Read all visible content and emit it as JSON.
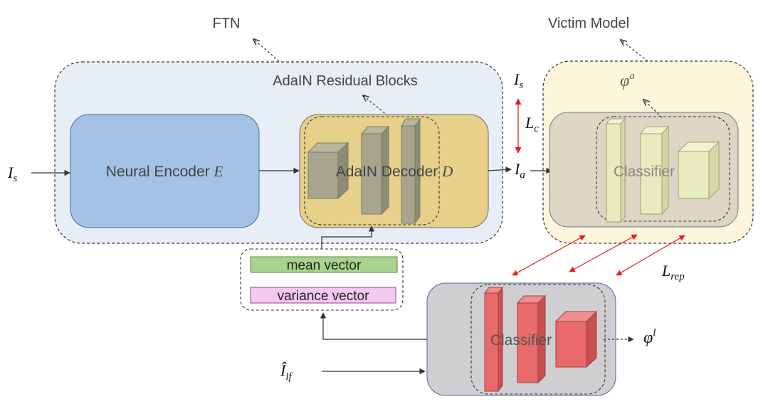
{
  "labels": {
    "ftn": "FTN",
    "victim_model": "Victim Model",
    "adain_residual_blocks": "AdaIN Residual Blocks",
    "neural_encoder": "Neural Encoder",
    "neural_encoder_symbol": "E",
    "adain_decoder": "AdaIN Decoder",
    "adain_decoder_symbol": "D",
    "mean_vector": "mean vector",
    "variance_vector": "variance vector",
    "classifier_victim": "Classifier",
    "classifier_local": "Classifier"
  },
  "math": {
    "input_base": "I",
    "input_sub": "s",
    "is_right_base": "I",
    "is_right_sub": "s",
    "ia_base": "I",
    "ia_sub": "a",
    "lc_base": "L",
    "lc_sub": "c",
    "phi_a_base": "φ",
    "phi_a_sup": "a",
    "phi_l_base": "φ",
    "phi_l_sup": "l",
    "lrep_base": "L",
    "lrep_sub": "rep",
    "ilf_base": "Î",
    "ilf_sub": "lf"
  },
  "colors": {
    "ftn_bg": "#e8eef7",
    "victim_bg": "#fdf5dc",
    "encoder": "#a4c2e6",
    "decoder": "#e6d08a",
    "victim_classifier": "#ddd6c4",
    "local_classifier": "#cfcfd1",
    "mean_vector": "#a8d48e",
    "variance_vector": "#f5c8f2",
    "red_arrow": "#e02020"
  }
}
